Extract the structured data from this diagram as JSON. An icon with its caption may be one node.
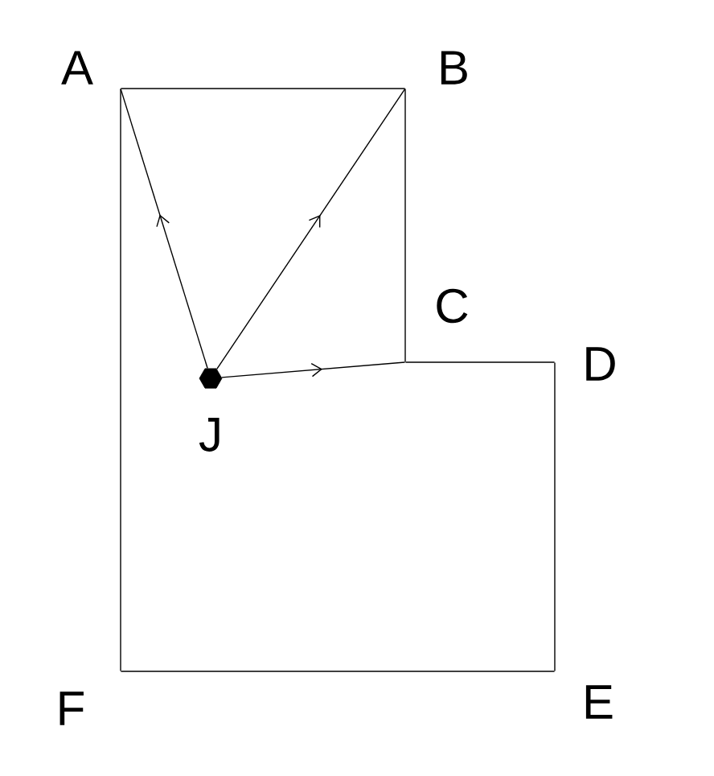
{
  "diagram": {
    "nodes": [
      {
        "text": [],
        "shape": "point",
        "beside": [
          "A"
        ]
      },
      {
        "text": [],
        "shape": "point",
        "beside": [
          "B"
        ]
      },
      {
        "text": [],
        "shape": "point",
        "beside": [
          "C"
        ]
      },
      {
        "text": [],
        "shape": "point",
        "beside": [
          "D"
        ]
      },
      {
        "text": [],
        "shape": "point",
        "beside": [
          "E"
        ]
      },
      {
        "text": [],
        "shape": "point",
        "beside": [
          "F"
        ]
      },
      {
        "text": [],
        "shape": "hexagon",
        "beside": [
          "J"
        ]
      }
    ],
    "edges": [
      {
        "from": 0,
        "to": 1,
        "arrow": "none"
      },
      {
        "from": 1,
        "to": 2,
        "arrow": "none"
      },
      {
        "from": 2,
        "to": 3,
        "arrow": "none"
      },
      {
        "from": 3,
        "to": 4,
        "arrow": "none"
      },
      {
        "from": 4,
        "to": 5,
        "arrow": "none"
      },
      {
        "from": 5,
        "to": 0,
        "arrow": "none"
      },
      {
        "from": 6,
        "to": 0,
        "arrow": "to"
      },
      {
        "from": 6,
        "to": 1,
        "arrow": "to"
      },
      {
        "from": 6,
        "to": 2,
        "arrow": "to"
      }
    ]
  }
}
